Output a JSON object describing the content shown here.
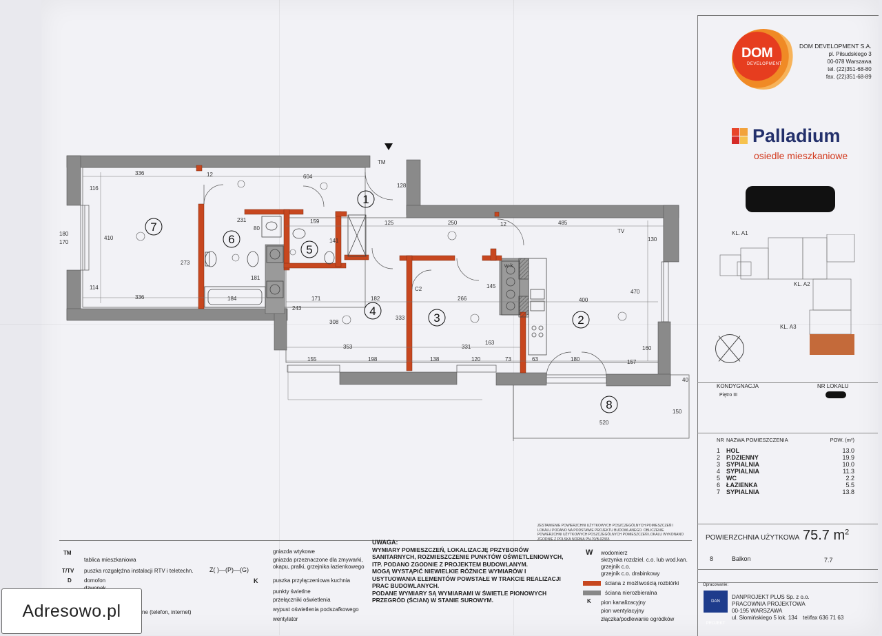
{
  "company": {
    "logo_main": "DOM",
    "logo_sub": "DEVELOPMENT",
    "name": "DOM DEVELOPMENT S.A.",
    "street": "pl. Piłsudskiego 3",
    "city": "00-078 Warszawa",
    "tel": "tel. (22)351-68-80",
    "fax": "fax. (22)351-68-89"
  },
  "project": {
    "name": "Palladium",
    "subtitle": "osiedle mieszkaniowe",
    "colors": [
      "#e8452a",
      "#f2a23a",
      "#d52b27",
      "#f6c24e"
    ]
  },
  "site_labels": [
    "KL. A1",
    "KL. A2",
    "KL. A3"
  ],
  "kondygnacja_label": "KONDYGNACJA",
  "nr_lokalu_label": "NR LOKALU",
  "kondygnacja_value": "Piętro III",
  "rooms_header": {
    "nr": "NR",
    "name": "NAZWA POMIESZCZENIA",
    "area": "POW. (m²)"
  },
  "rooms": [
    {
      "nr": "1",
      "name": "HOL",
      "area": "13.0"
    },
    {
      "nr": "2",
      "name": "P.DZIENNY",
      "area": "19.9"
    },
    {
      "nr": "3",
      "name": "SYPIALNIA",
      "area": "10.0"
    },
    {
      "nr": "4",
      "name": "SYPIALNIA",
      "area": "11.3"
    },
    {
      "nr": "5",
      "name": "WC",
      "area": "2.2"
    },
    {
      "nr": "6",
      "name": "ŁAZIENKA",
      "area": "5.5"
    },
    {
      "nr": "7",
      "name": "SYPIALNIA",
      "area": "13.8"
    }
  ],
  "usable_area": {
    "label": "POWIERZCHNIA UŻYTKOWA",
    "value": "75.7 m",
    "sup": "2"
  },
  "balcony": {
    "nr": "8",
    "name": "Balkon",
    "area": "7.7"
  },
  "opracowanie": "Opracowanie:",
  "designer": {
    "logo": "DAN PROJEKT",
    "name": "DANPROJEKT PLUS Sp. z o.o.",
    "line2": "PRACOWNIA PROJEKTOWA",
    "city": "00-195 WARSZAWA",
    "street": "ul. Słomińskiego 5 lok. 134",
    "tel": "tel/fax 636 71 63"
  },
  "notes": "ZESTAWIENIE POWIERZCHNI UŻYTKOWYCH POSZCZEGÓLNYCH POMIESZCZEŃ I LOKALU PODANO NA PODSTAWIE PROJEKTU BUDOWLANEGO. OBLICZENIE POWIERZCHNI UŻYTKOWYCH POSZCZEGÓLNYCH POMIESZCZEŃ LOKALU WYKONANO ZGODNIE Z POLSKĄ NORMĄ PN-70/B-02365",
  "uwaga": [
    "UWAGA:",
    "WYMIARY POMIESZCZEŃ, LOKALIZACJĘ PRZYBORÓW",
    "SANITARNYCH, ROZMIESZCZENIE PUNKTÓW OŚWIETLENIOWYCH,",
    "ITP. PODANO ZGODNIE Z PROJEKTEM BUDOWLANYM.",
    "MOGĄ WYSTĄPIĆ NIEWIELKIE RÓŻNICE WYMIARÓW I",
    "USYTUOWANIA ELEMENTÓW POWSTAŁE W TRAKCIE REALIZACJI",
    "PRAC BUDOWLANYCH.",
    "PODANE WYMIARY SĄ WYMIARAMI W ŚWIETLE PIONOWYCH",
    "PRZEGRÓD (ŚCIAN) W STANIE SUROWYM."
  ],
  "legend_left": [
    {
      "code": "TM",
      "text": "tablica mieszkaniowa"
    },
    {
      "code": "T/TV",
      "text": "puszka rozgałęźna instalacji RTV i teletechn."
    },
    {
      "code": "D",
      "text": "domofon"
    },
    {
      "code": "",
      "text": "dzwonek"
    },
    {
      "code": "",
      "text": "ne (telefon, internet)"
    }
  ],
  "legend_mid": [
    "gniazda wtykowe",
    "gniazda przeznaczone dla zmywarki, okapu, pralki, grzejnika łazienkowego",
    "puszka przyłączeniowa kuchnia",
    "punkty świetlne",
    "przełączniki oświetlenia",
    "wypust oświetlenia podszafkowego",
    "wentylator"
  ],
  "legend_mid_codes": [
    "Z",
    "P",
    "G",
    "K"
  ],
  "legend_right": [
    {
      "code": "W",
      "text": "wodomierz"
    },
    {
      "code": "",
      "text": "skrzynka rozdziel. c.o. lub wod.kan."
    },
    {
      "code": "",
      "text": "grzejnik c.o."
    },
    {
      "code": "",
      "text": "grzejnik c.o. drabinkowy"
    },
    {
      "code": "",
      "text": "ściana z możliwością rozbiórki"
    },
    {
      "code": "",
      "text": "ściana nierozbieralna"
    },
    {
      "code": "K",
      "text": "pion kanalizacyjny"
    },
    {
      "code": "",
      "text": "pion wentylacyjny"
    },
    {
      "code": "",
      "text": "złączka/podlewanie ogródków"
    }
  ],
  "legend_colors": {
    "removable": "#c7471f",
    "fixed": "#888888"
  },
  "plan": {
    "room_numbers": [
      "1",
      "2",
      "3",
      "4",
      "5",
      "6",
      "7",
      "8"
    ],
    "dimensions": [
      "336",
      "604",
      "231",
      "159",
      "125",
      "250",
      "485",
      "116",
      "180",
      "170",
      "410",
      "273",
      "114",
      "12",
      "184",
      "181",
      "80",
      "141",
      "128",
      "336",
      "171",
      "182",
      "266",
      "400",
      "470",
      "130",
      "160",
      "157",
      "353",
      "331",
      "163",
      "155",
      "198",
      "138",
      "120",
      "73",
      "63",
      "180",
      "520",
      "150",
      "40",
      "243",
      "308",
      "333",
      "145",
      "12",
      "w-k",
      "TV",
      "TM",
      "C2"
    ],
    "colors": {
      "removable_wall": "#c7471f",
      "fixed_wall": "#8a8a8a"
    }
  },
  "watermark": "Adresowo.pl"
}
